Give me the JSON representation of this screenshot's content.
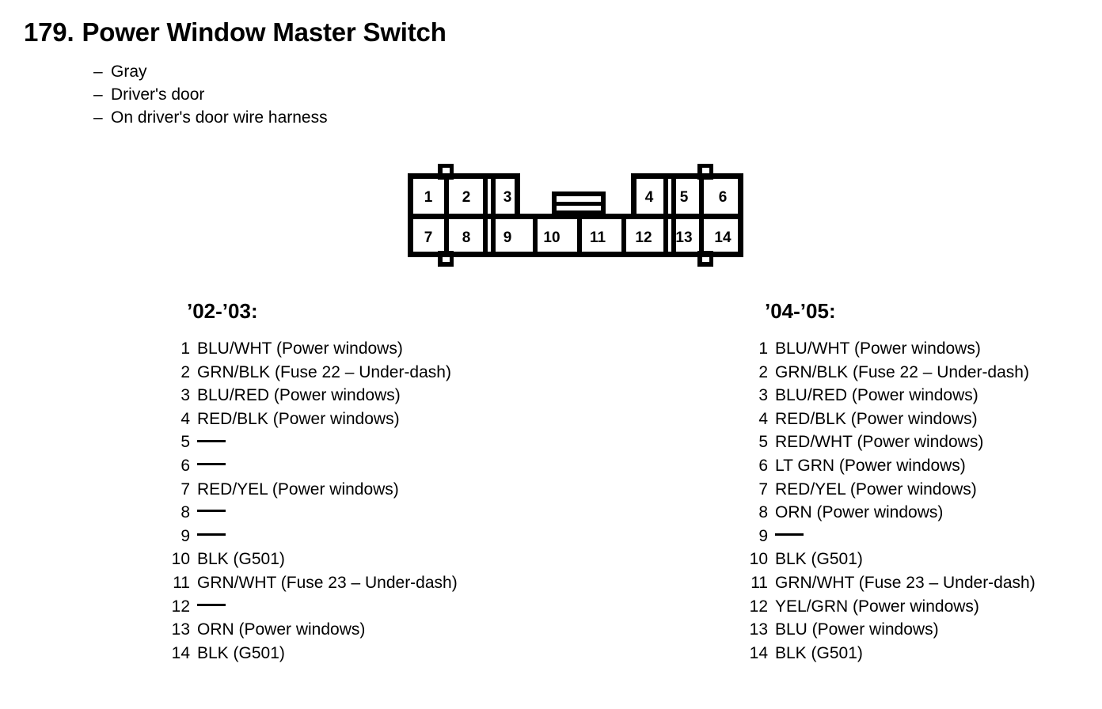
{
  "header": {
    "number": "179.",
    "title": "Power Window Master Switch",
    "bullets": [
      "Gray",
      "Driver's door",
      "On driver's door wire harness"
    ],
    "bullet_marker": "–"
  },
  "connector": {
    "top_row_pins": [
      "1",
      "2",
      "3",
      "4",
      "5",
      "6"
    ],
    "bottom_row_pins": [
      "7",
      "8",
      "9",
      "10",
      "11",
      "12",
      "13",
      "14"
    ],
    "total_pins": 14,
    "color": "#000000"
  },
  "lists": [
    {
      "id": "left",
      "heading": "’02-’03:",
      "pins": [
        {
          "num": "1",
          "desc": "BLU/WHT (Power windows)"
        },
        {
          "num": "2",
          "desc": "GRN/BLK (Fuse 22 – Under-dash)"
        },
        {
          "num": "3",
          "desc": "BLU/RED (Power windows)"
        },
        {
          "num": "4",
          "desc": "RED/BLK (Power windows)"
        },
        {
          "num": "5",
          "desc": ""
        },
        {
          "num": "6",
          "desc": ""
        },
        {
          "num": "7",
          "desc": "RED/YEL (Power windows)"
        },
        {
          "num": "8",
          "desc": ""
        },
        {
          "num": "9",
          "desc": ""
        },
        {
          "num": "10",
          "desc": "BLK (G501)"
        },
        {
          "num": "11",
          "desc": "GRN/WHT (Fuse 23 – Under-dash)"
        },
        {
          "num": "12",
          "desc": ""
        },
        {
          "num": "13",
          "desc": "ORN (Power windows)"
        },
        {
          "num": "14",
          "desc": "BLK (G501)"
        }
      ]
    },
    {
      "id": "right",
      "heading": "’04-’05:",
      "pins": [
        {
          "num": "1",
          "desc": "BLU/WHT (Power windows)"
        },
        {
          "num": "2",
          "desc": "GRN/BLK (Fuse 22 – Under-dash)"
        },
        {
          "num": "3",
          "desc": "BLU/RED (Power windows)"
        },
        {
          "num": "4",
          "desc": "RED/BLK (Power windows)"
        },
        {
          "num": "5",
          "desc": "RED/WHT (Power windows)"
        },
        {
          "num": "6",
          "desc": "LT GRN (Power windows)"
        },
        {
          "num": "7",
          "desc": "RED/YEL (Power windows)"
        },
        {
          "num": "8",
          "desc": "ORN (Power windows)"
        },
        {
          "num": "9",
          "desc": ""
        },
        {
          "num": "10",
          "desc": "BLK (G501)"
        },
        {
          "num": "11",
          "desc": "GRN/WHT (Fuse 23 – Under-dash)"
        },
        {
          "num": "12",
          "desc": "YEL/GRN (Power windows)"
        },
        {
          "num": "13",
          "desc": "BLU (Power windows)"
        },
        {
          "num": "14",
          "desc": "BLK (G501)"
        }
      ]
    }
  ]
}
